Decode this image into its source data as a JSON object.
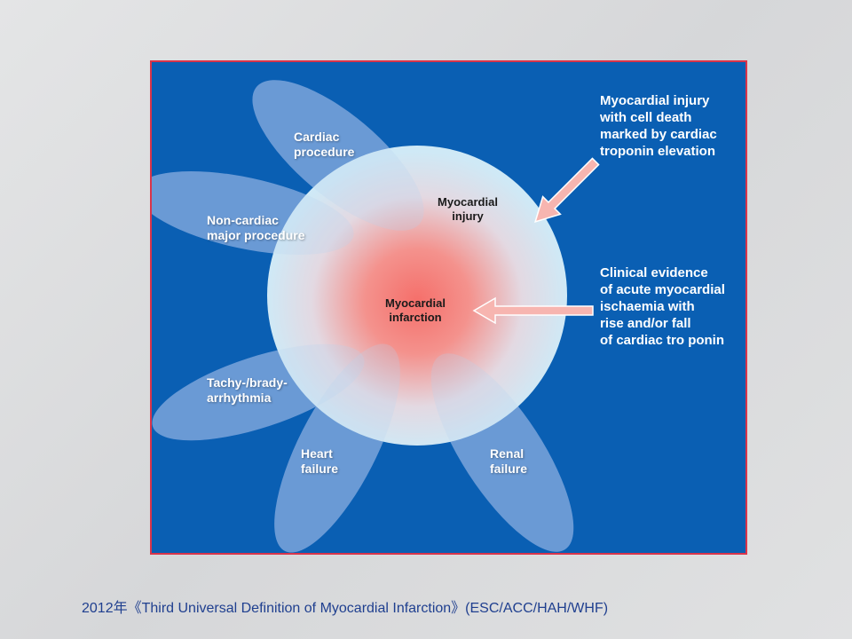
{
  "diagram": {
    "petals": [
      {
        "label_lines": [
          "Cardiac",
          "procedure"
        ]
      },
      {
        "label_lines": [
          "Non-cardiac",
          "major procedure"
        ]
      },
      {
        "label_lines": [
          "Tachy-/brady-",
          "arrhythmia"
        ]
      },
      {
        "label_lines": [
          "Heart",
          "failure"
        ]
      },
      {
        "label_lines": [
          "Renal",
          "failure"
        ]
      }
    ],
    "outer_circle_label": [
      "Myocardial",
      "injury"
    ],
    "inner_circle_label": [
      "Myocardial",
      "infarction"
    ],
    "annotation_injury": [
      "Myocardial injury",
      "with cell death",
      "marked by cardiac",
      "troponin elevation"
    ],
    "annotation_infarction": [
      "Clinical evidence",
      "of acute myocardial",
      "ischaemia with",
      "rise and/or fall",
      "of cardiac tro  ponin"
    ]
  },
  "caption": "2012年《Third Universal Definition of Myocardial Infarction》(ESC/ACC/HAH/WHF)",
  "colors": {
    "panel_blue": "#0a5fb3",
    "panel_border": "#d9344a",
    "arrow_fill": "#f7b5b0",
    "core_red": "#f2807a",
    "caption_text": "#1f3f8f"
  }
}
